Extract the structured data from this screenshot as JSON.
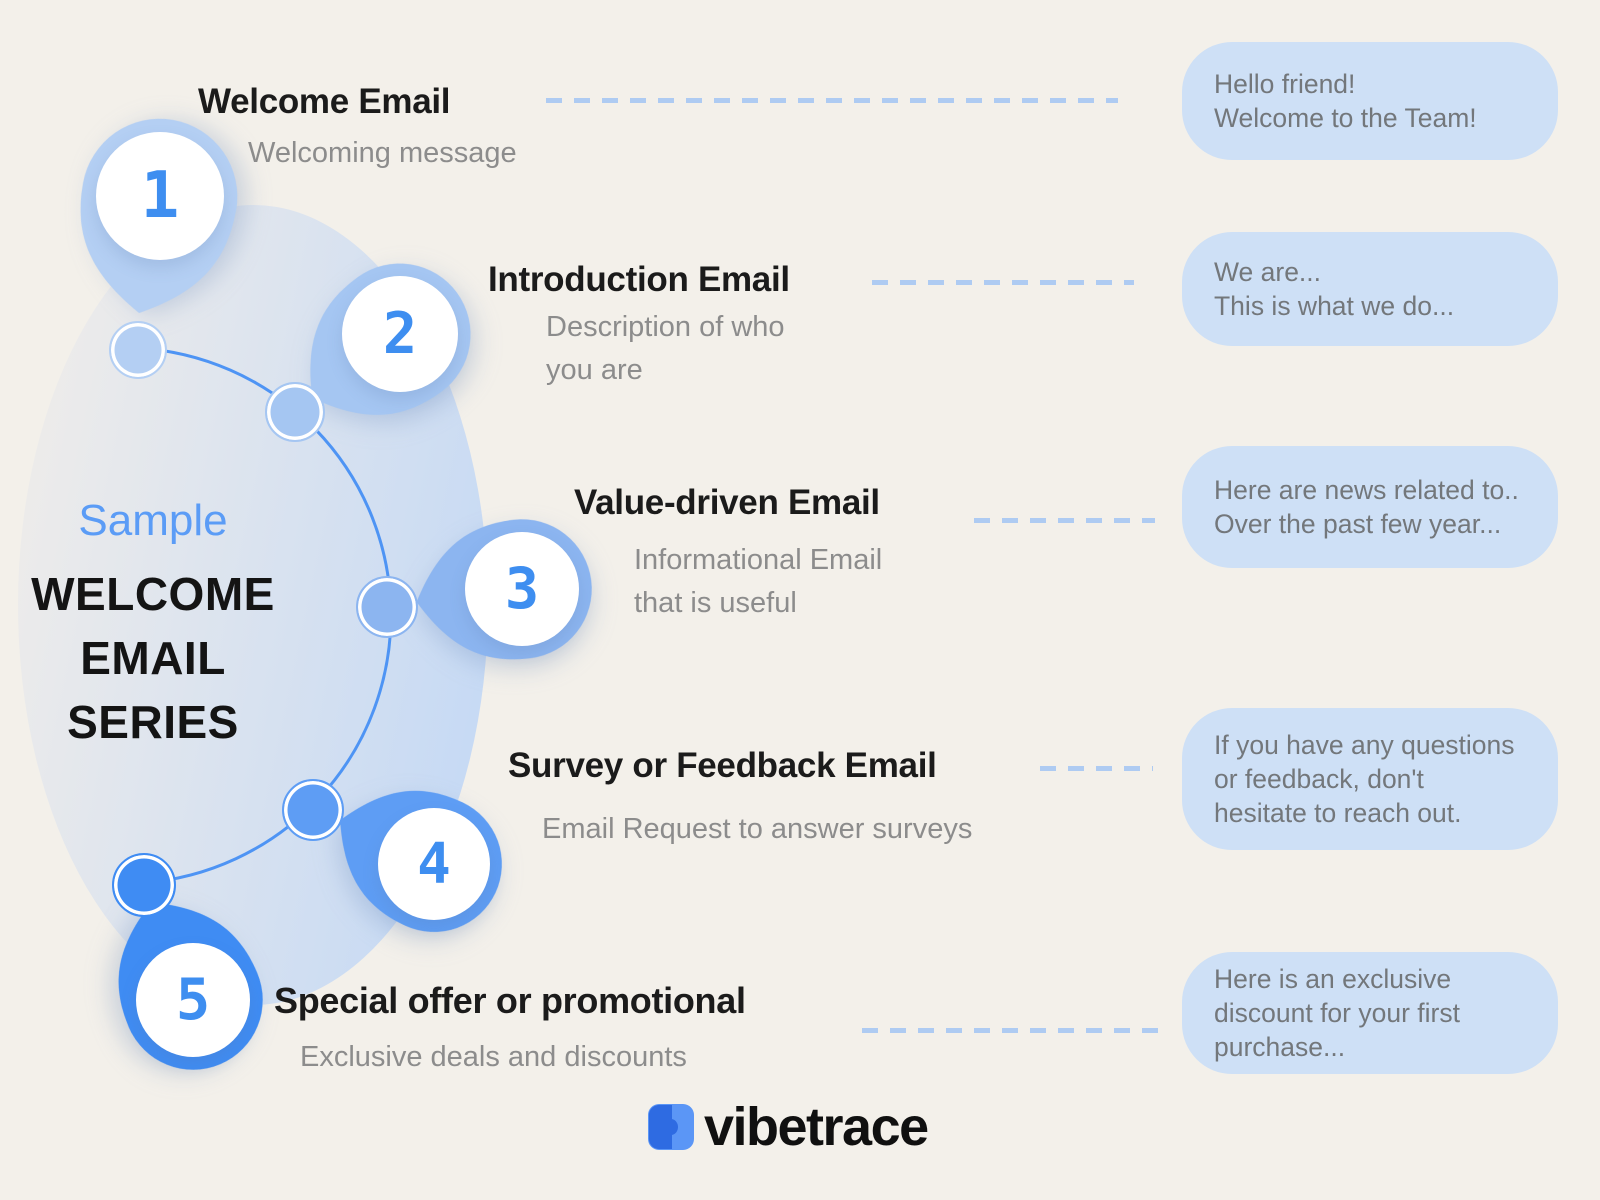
{
  "page": {
    "eyebrow": "Sample",
    "title_lines": [
      "WELCOME",
      "EMAIL",
      "SERIES"
    ]
  },
  "steps": [
    {
      "number": "1",
      "title": "Welcome Email",
      "description": "Welcoming message",
      "bubble_text": "Hello friend!\nWelcome to the Team!",
      "pin_color": "#B4CFF3"
    },
    {
      "number": "2",
      "title": "Introduction Email",
      "description": "Description of who\nyou are",
      "bubble_text": "We are...\nThis is what we do...",
      "pin_color": "#A5C6F2"
    },
    {
      "number": "3",
      "title": "Value-driven Email",
      "description": "Informational Email\nthat is useful",
      "bubble_text": "Here are news related to..\nOver the past few year...",
      "pin_color": "#8CB5F0"
    },
    {
      "number": "4",
      "title": "Survey or Feedback Email",
      "description": "Email Request to answer surveys",
      "bubble_text": "If you have any questions\nor feedback, don't\nhesitate to reach out.",
      "pin_color": "#5E9DF4"
    },
    {
      "number": "5",
      "title": "Special offer or promotional",
      "description": "Exclusive deals and discounts",
      "bubble_text": "Here is an exclusive\ndiscount for your first\npurchase...",
      "pin_color": "#3F8CF3"
    }
  ],
  "logo": {
    "wordmark": "vibetrace"
  },
  "colors": {
    "background": "#F3F0EA",
    "bubble": "#CEE0F6",
    "bubble_text": "#73777B",
    "number_blue": "#3E8EF0",
    "dashed_line": "#AECBF2",
    "arc_blue": "#4E94F4",
    "eyebrow_blue": "#5B9CF6",
    "title_black": "#1B1B1B",
    "description_gray": "#8C8C8C"
  }
}
